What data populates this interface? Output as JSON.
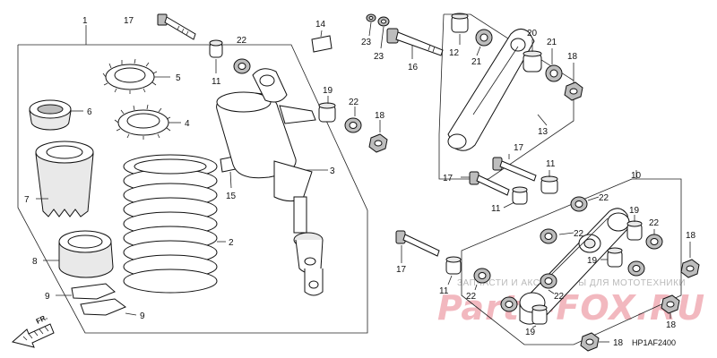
{
  "labels": {
    "l1": "1",
    "l2": "2",
    "l3": "3",
    "l4": "4",
    "l5": "5",
    "l6": "6",
    "l7": "7",
    "l8": "8",
    "l9a": "9",
    "l9b": "9",
    "l10": "10",
    "l11a": "11",
    "l11b": "11",
    "l11c": "11",
    "l11d": "11",
    "l12": "12",
    "l13": "13",
    "l14": "14",
    "l15": "15",
    "l16": "16",
    "l17a": "17",
    "l17b": "17",
    "l17c": "17",
    "l17d": "17",
    "l18a": "18",
    "l18b": "18",
    "l18c": "18",
    "l18d": "18",
    "l18e": "18",
    "l19a": "19",
    "l19b": "19",
    "l19c": "19",
    "l19d": "19",
    "l20": "20",
    "l21a": "21",
    "l21b": "21",
    "l22a": "22",
    "l22b": "22",
    "l22c": "22",
    "l22d": "22",
    "l22e": "22",
    "l22f": "22",
    "l22g": "22",
    "l23a": "23",
    "l23b": "23"
  },
  "direction_marker": "FR.",
  "diagram_code": "HP1AF2400",
  "watermark_text": "ЗАПЧАСТИ И АКСЕССУАРЫ ДЛЯ МОТОТЕХНИКИ",
  "watermark_logo": "Parts-FOX.RU"
}
